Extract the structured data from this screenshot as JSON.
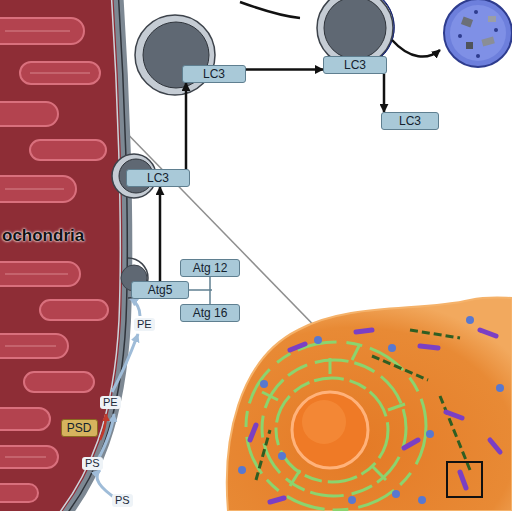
{
  "diagram": {
    "nodes": [
      {
        "text": [
          "LC3"
        ]
      },
      {
        "text": [
          "LC3"
        ]
      },
      {
        "text": [
          "LC3"
        ]
      },
      {
        "text": [
          "LC3"
        ]
      },
      {
        "text": [
          "Atg 12"
        ]
      },
      {
        "text": [
          "Atg5"
        ]
      },
      {
        "text": [
          "Atg 16"
        ]
      },
      {
        "text": [
          "PSD"
        ]
      }
    ],
    "edges": [
      {
        "from": 5,
        "to": 3,
        "arrow": "to"
      },
      {
        "from": 3,
        "to": 0,
        "arrow": "to"
      },
      {
        "from": 0,
        "to": 1,
        "arrow": "to"
      },
      {
        "from": 1,
        "to": 2,
        "arrow": "to"
      },
      {
        "from": 4,
        "to": 6,
        "arrow": "none"
      }
    ],
    "labels": [
      "ochondria",
      "PE",
      "PE",
      "PS",
      "PS"
    ]
  }
}
